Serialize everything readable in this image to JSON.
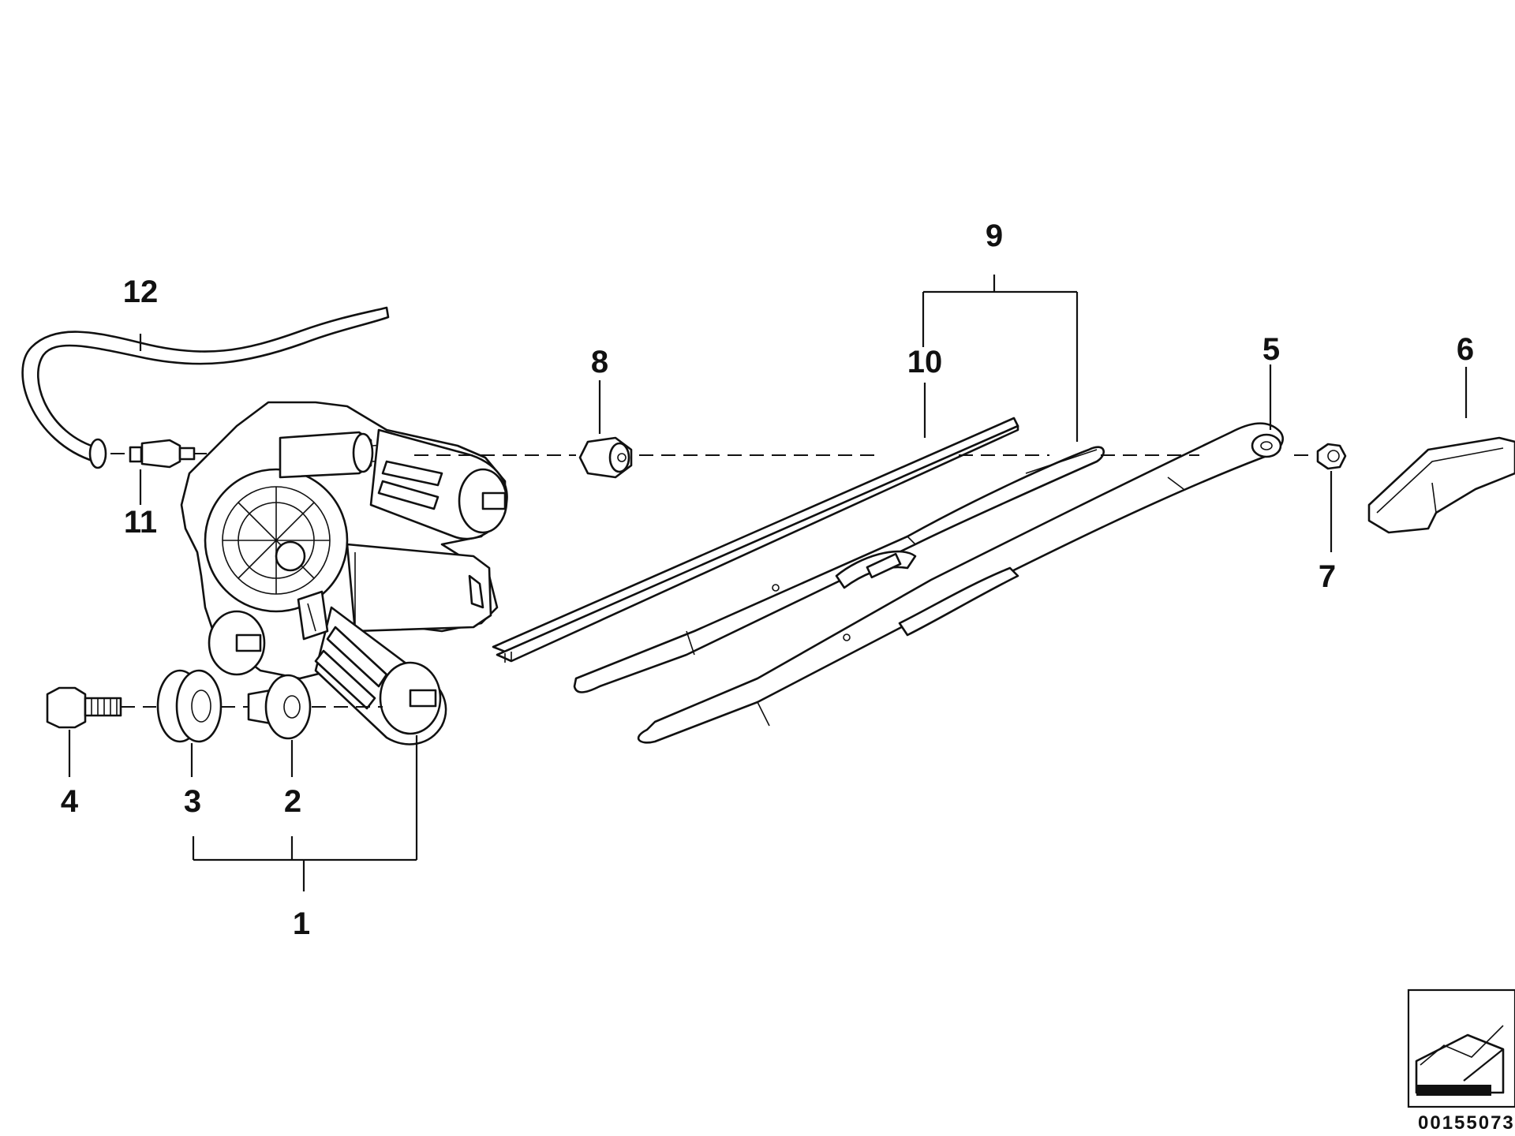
{
  "diagram": {
    "callouts": [
      {
        "id": "1",
        "label": "1"
      },
      {
        "id": "2",
        "label": "2"
      },
      {
        "id": "3",
        "label": "3"
      },
      {
        "id": "4",
        "label": "4"
      },
      {
        "id": "5",
        "label": "5"
      },
      {
        "id": "6",
        "label": "6"
      },
      {
        "id": "7",
        "label": "7"
      },
      {
        "id": "8",
        "label": "8"
      },
      {
        "id": "9",
        "label": "9"
      },
      {
        "id": "10",
        "label": "10"
      },
      {
        "id": "11",
        "label": "11"
      },
      {
        "id": "12",
        "label": "12"
      }
    ],
    "diagram_number": "00155073"
  },
  "colors": {
    "ink": "#111111",
    "paper": "#ffffff"
  }
}
